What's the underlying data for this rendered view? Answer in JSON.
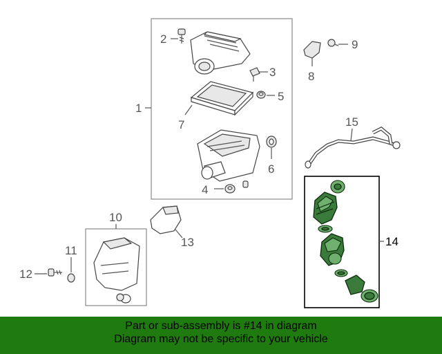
{
  "callouts": {
    "c1": "1",
    "c2": "2",
    "c3": "3",
    "c4": "4",
    "c5": "5",
    "c6": "6",
    "c7": "7",
    "c8": "8",
    "c9": "9",
    "c10": "10",
    "c11": "11",
    "c12": "12",
    "c13": "13",
    "c14": "14",
    "c15": "15"
  },
  "highlight_color": "#3a7a3a",
  "banner": {
    "line1": "Part or sub-assembly is #14 in diagram",
    "line2": "Diagram may not be specific to your vehicle",
    "color": "#1f7a0f"
  }
}
